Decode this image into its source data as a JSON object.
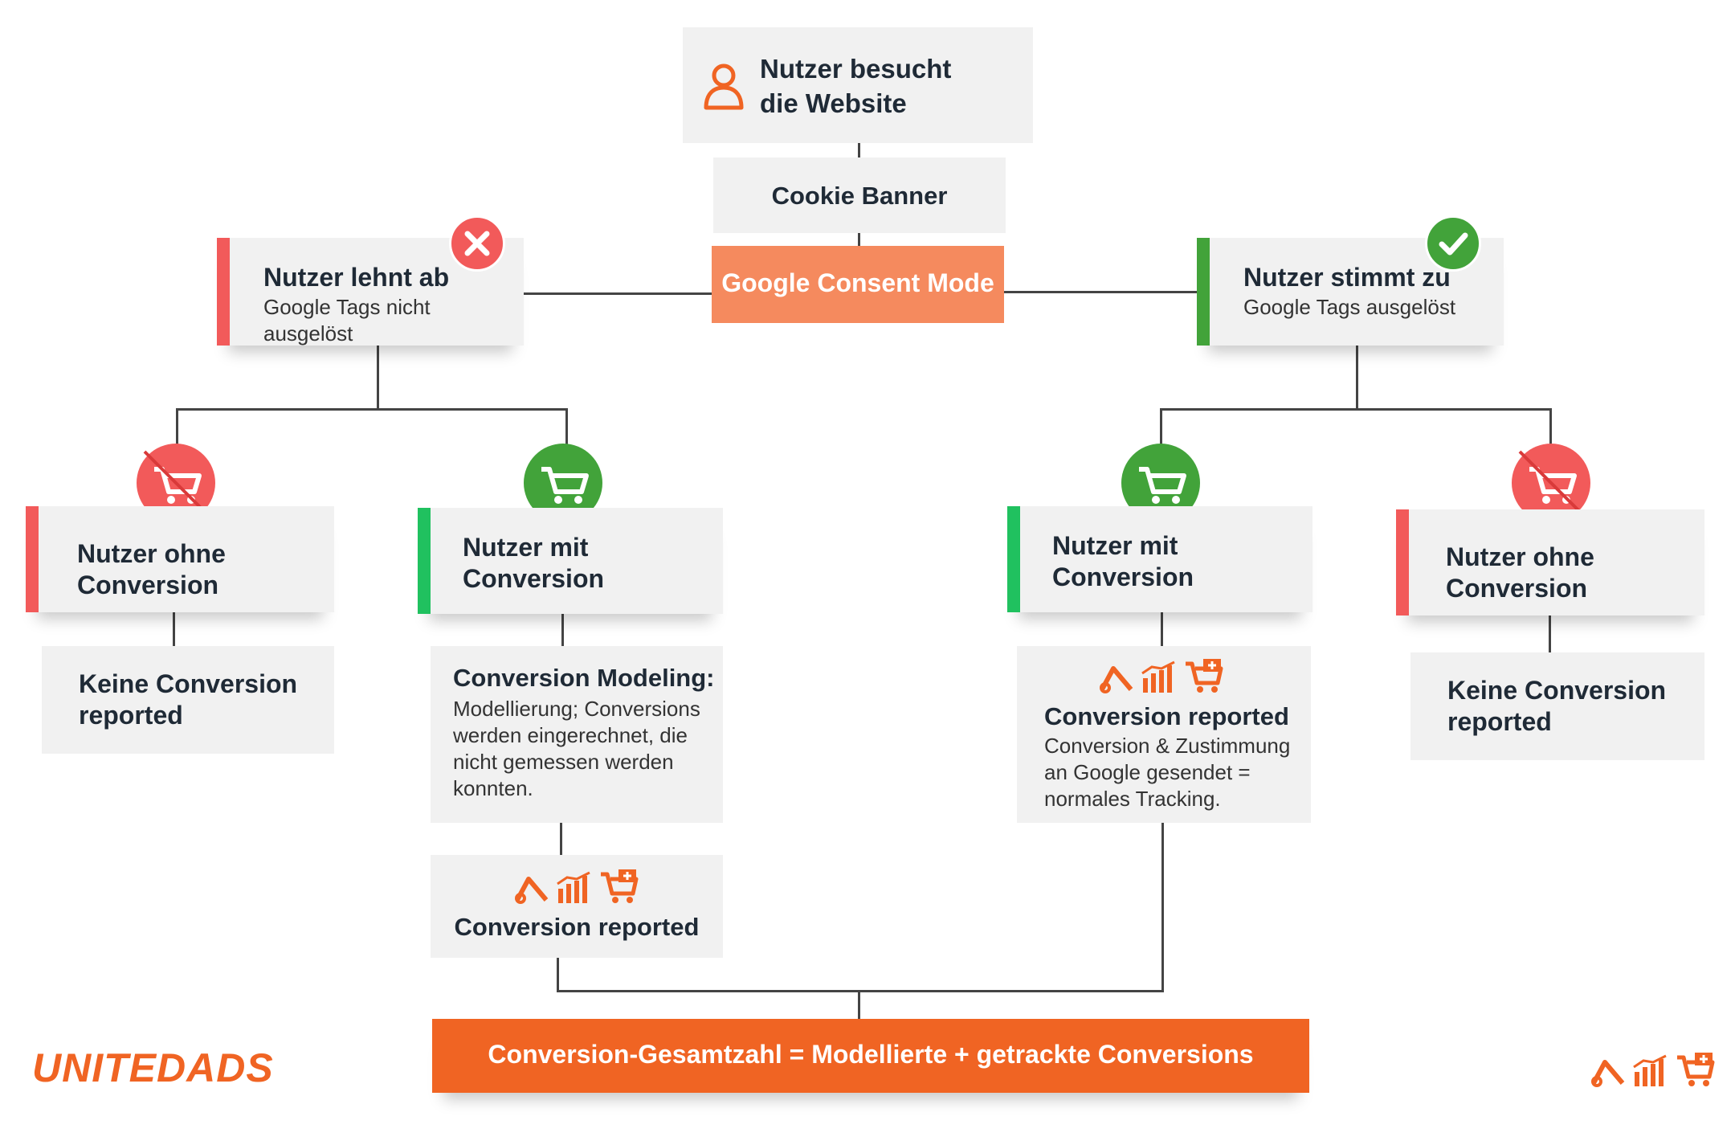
{
  "start": {
    "title": "Nutzer besucht die Website",
    "icon": "user-icon"
  },
  "cookie_banner": "Cookie Banner",
  "consent_mode": "Google Consent Mode",
  "reject": {
    "title": "Nutzer lehnt ab",
    "subtitle": "Google Tags nicht ausgelöst",
    "icon": "x-circle-icon"
  },
  "accept": {
    "title": "Nutzer stimmt zu",
    "subtitle": "Google Tags ausgelöst",
    "icon": "check-circle-icon"
  },
  "left_branch": {
    "no_conversion": {
      "title": "Nutzer ohne Conversion",
      "result": "Keine Conversion reported"
    },
    "with_conversion": {
      "title": "Nutzer mit Conversion",
      "modeling_title": "Conversion Modeling:",
      "modeling_text": "Modellierung; Conversions werden eingerechnet, die nicht gemessen werden konnten.",
      "reported": "Conversion reported"
    }
  },
  "right_branch": {
    "with_conversion": {
      "title": "Nutzer mit Conversion",
      "reported_title": "Conversion reported",
      "reported_text": "Conversion & Zustimmung an Google gesendet = normales Tracking."
    },
    "no_conversion": {
      "title": "Nutzer ohne Conversion",
      "result": "Keine Conversion reported"
    }
  },
  "total": "Conversion-Gesamtzahl = Modellierte + getrackte Conversions",
  "logo": "UNITEDADS",
  "colors": {
    "accent": "#f06423",
    "consent": "#f58a5e",
    "red": "#f25a5a",
    "green": "#42a33a",
    "bright_green": "#20c15f",
    "box": "#f1f1f1"
  }
}
